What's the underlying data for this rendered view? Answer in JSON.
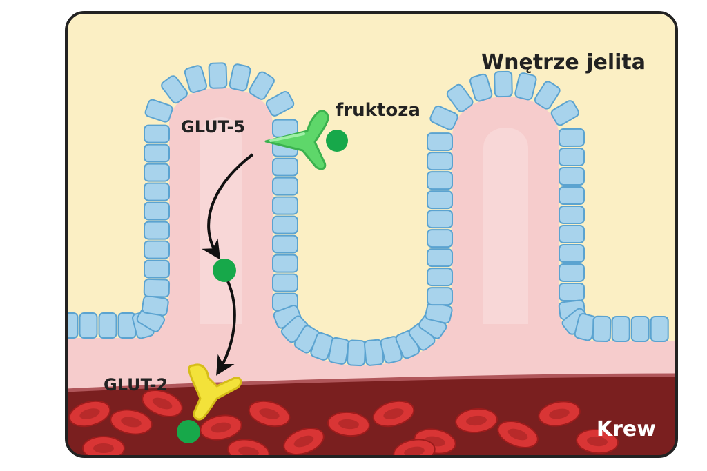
{
  "labels": {
    "lumen": "Wnętrze jelita",
    "blood": "Krew",
    "glut5": "GLUT-5",
    "glut2": "GLUT-2",
    "fructose": "fruktoza"
  },
  "colors": {
    "lumen": "#fbefc4",
    "tissue": "#f6cccc",
    "cell_fill": "#a8d3ec",
    "cell_stroke": "#5ba3d0",
    "blood_vessel": "#7a1f1f",
    "red_cell": "#d93535",
    "glut5": "#5ed76a",
    "glut2": "#f3e23a",
    "fructose": "#17a84a",
    "arrow": "#111111",
    "frame": "#222222",
    "blood_label": "#ffffff",
    "text": "#222222"
  }
}
